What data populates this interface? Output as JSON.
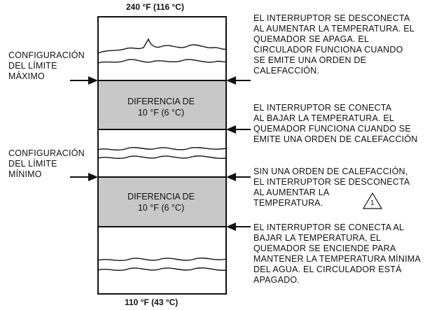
{
  "diagram": {
    "top_temp": "240 °F (116 °C)",
    "bottom_temp": "110 °F (43 °C)",
    "left_labels": {
      "high_limit": [
        "CONFIGURACIÓN",
        "DEL LÍMITE",
        "MÁXIMO"
      ],
      "low_limit": [
        "CONFIGURACIÓN",
        "DEL LÍMITE",
        "MÍNIMO"
      ]
    },
    "bands": {
      "upper_diff": [
        "DIFERENCIA DE",
        "10 °F (6 °C)"
      ],
      "lower_diff": [
        "DIFERENCIA DE",
        "10 °F (6 °C)"
      ]
    },
    "right_notes": {
      "note1": [
        "EL INTERRUPTOR SE DESCONECTA",
        "AL AUMENTAR LA TEMPERATURA. EL",
        "QUEMADOR SE APAGA. EL",
        "CIRCULADOR FUNCIONA CUANDO",
        "SE EMITE UNA ORDEN DE",
        "CALEFACCIÓN."
      ],
      "note2": [
        "EL INTERRUPTOR SE CONECTA",
        "AL BAJAR LA TEMPERATURA. EL",
        "QUEMADOR FUNCIONA CUANDO SE",
        "EMITE UNA ORDEN DE CALEFACCIÓN"
      ],
      "note3": [
        "SIN UNA ORDEN DE CALEFACCIÓN,",
        "EL INTERRUPTOR SE DESCONECTA",
        "AL AUMENTAR LA",
        "TEMPERATURA."
      ],
      "note4": [
        "EL INTERRUPTOR SE CONECTA AL",
        "BAJAR LA TEMPERATURA, EL",
        "QUEMADOR SE ENCIENDE PARA",
        "MANTENER LA TEMPERATURA MÍNIMA",
        "DEL AGUA. EL CIRCULADOR ESTÁ",
        "APAGADO."
      ]
    },
    "warning_marker": "1",
    "colors": {
      "band_fill": "#c8c8c8",
      "line": "#111111"
    }
  }
}
